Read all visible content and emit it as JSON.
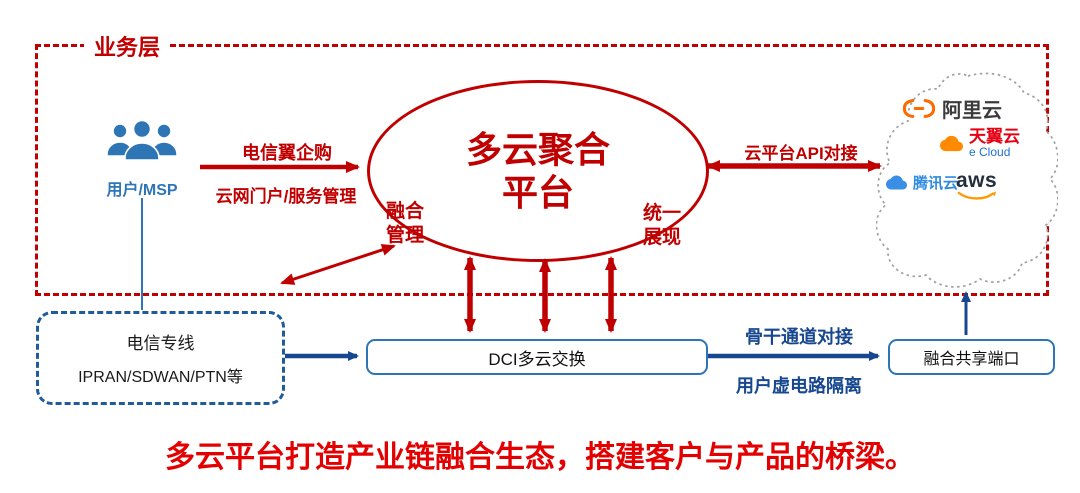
{
  "colors": {
    "diagram_red": "#c00000",
    "slogan_red": "#e30000",
    "arrow_blue": "#17488f",
    "box_blue": "#2e75b6",
    "users_blue": "#2e75b6",
    "aliyun_orange": "#ff6a00",
    "ecloud_red": "#e60012",
    "ecloud_blue": "#1f6fd0",
    "tencent_blue": "#2f8ae0",
    "aws_dark": "#232f3e",
    "aws_orange": "#ff9900",
    "cloud_outline_gray": "#a0a0a0"
  },
  "icons": {
    "users": "users-group-icon",
    "aliyun": "alibaba-cloud-brackets-icon",
    "ecloud": "tianyi-cloud-icon",
    "tencent": "tencent-cloud-icon",
    "aws_smile": "aws-smile-arrow-icon",
    "provider_cloud": "dotted-cloud-outline"
  },
  "business_layer": {
    "label": "业务层"
  },
  "left": {
    "users_label": "用户/MSP",
    "arrow_top_label": "电信翼企购",
    "arrow_bottom_label": "云网门户/服务管理"
  },
  "platform": {
    "title_line1": "多云聚合",
    "title_line2": "平台",
    "fusion_line1": "融合",
    "fusion_line2": "管理",
    "unified_line1": "统一",
    "unified_line2": "展现"
  },
  "right": {
    "api_label": "云平台API对接",
    "providers": {
      "aliyun": "阿里云",
      "ecloud_name": "天翼云",
      "ecloud_sub": "e Cloud",
      "tencent": "腾讯云",
      "aws": "aws"
    }
  },
  "bottom": {
    "dedicated_line1": "电信专线",
    "dedicated_line2": "IPRAN/SDWAN/PTN等",
    "dci_label": "DCI多云交换",
    "backbone_label": "骨干通道对接",
    "isolation_label": "用户虚电路隔离",
    "shared_port_label": "融合共享端口"
  },
  "footer": {
    "slogan": "多云平台打造产业链融合生态，搭建客户与产品的桥梁。"
  }
}
